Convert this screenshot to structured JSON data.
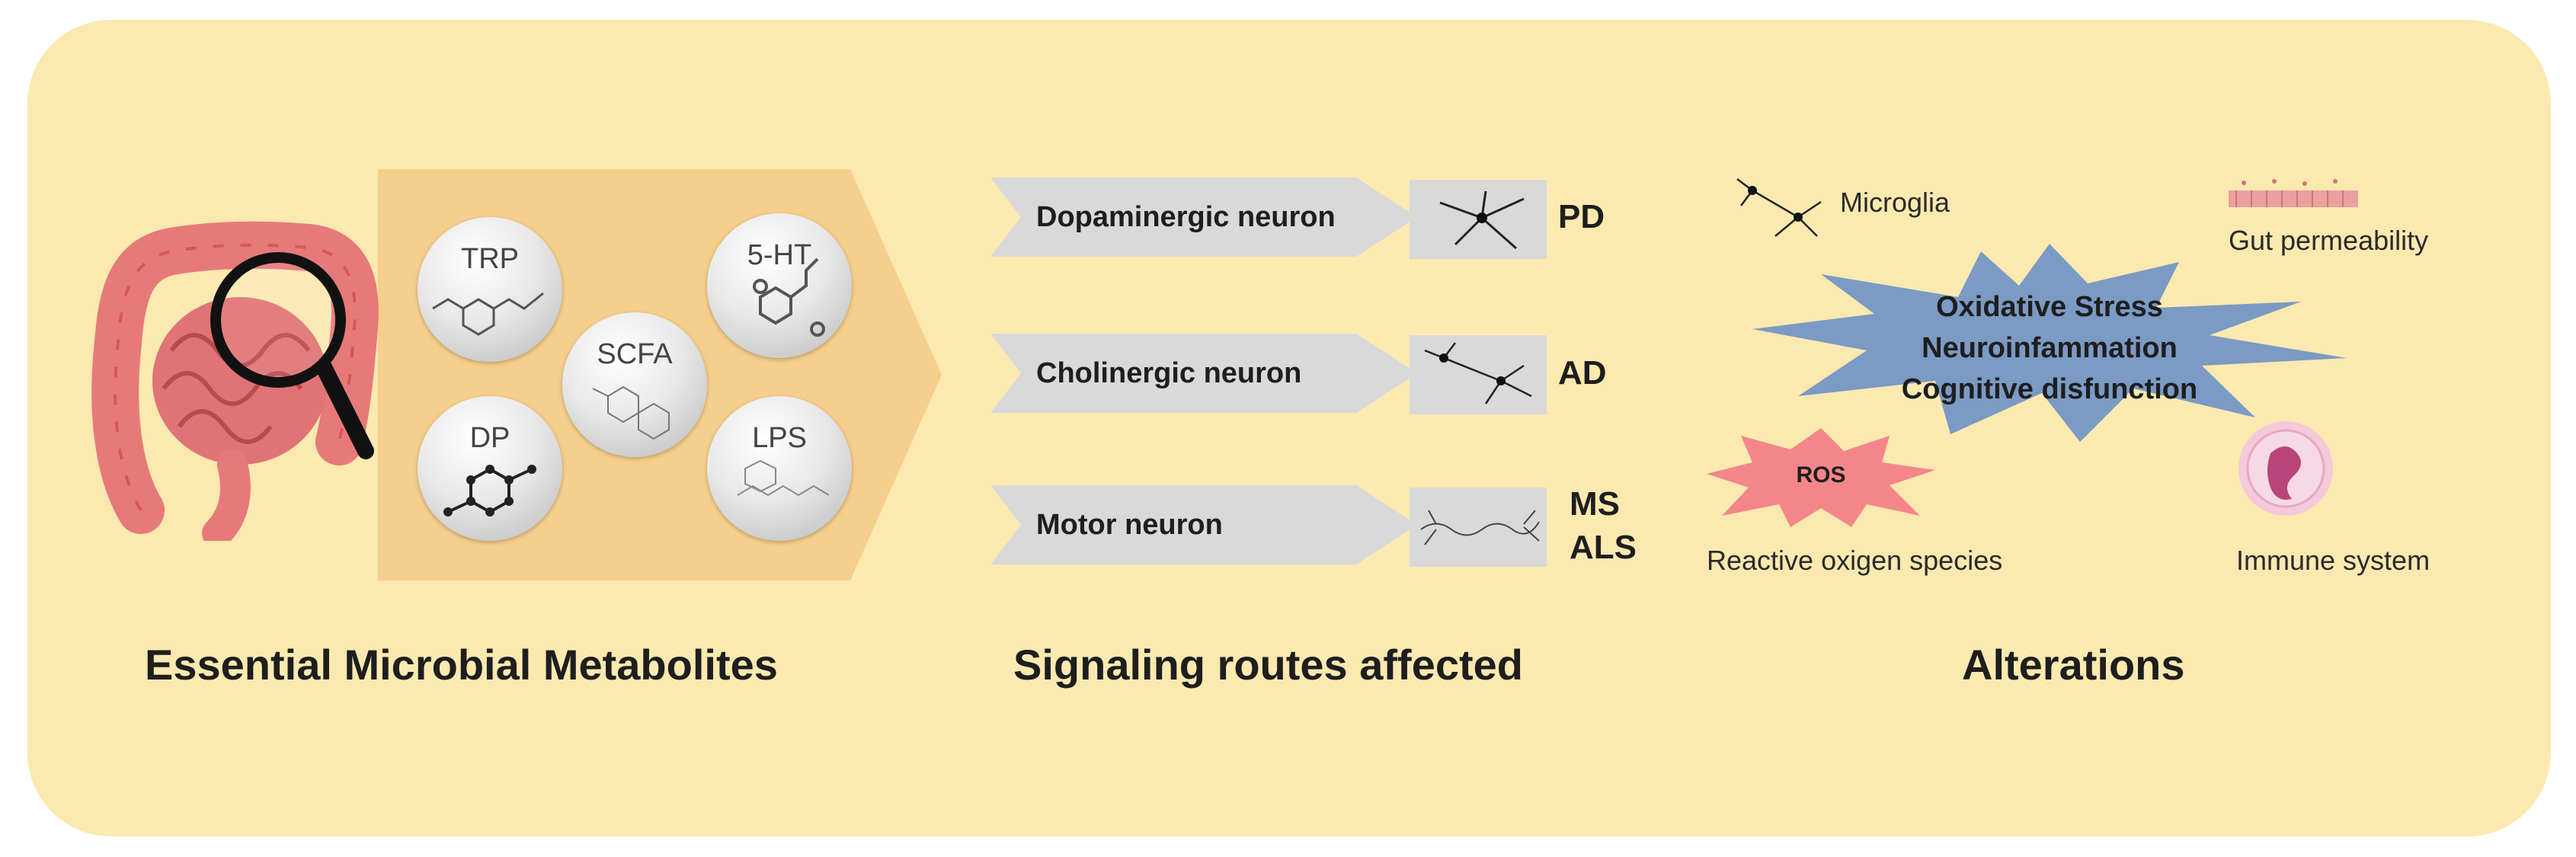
{
  "sections": {
    "metabolites_title": "Essential Microbial Metabolites",
    "signaling_title": "Signaling routes affected",
    "alterations_title": "Alterations"
  },
  "metabolites": [
    "TRP",
    "5-HT",
    "SCFA",
    "DP",
    "LPS"
  ],
  "routes": [
    {
      "label": "Dopaminergic neuron",
      "disease": [
        "PD"
      ]
    },
    {
      "label": "Cholinergic neuron",
      "disease": [
        "AD"
      ]
    },
    {
      "label": "Motor neuron",
      "disease": [
        "MS",
        "ALS"
      ]
    }
  ],
  "alterations": {
    "microglia": "Microglia",
    "gut_permeability": "Gut permeability",
    "center": [
      "Oxidative Stress",
      "Neuroinfammation",
      "Cognitive disfunction"
    ],
    "ros_badge": "ROS",
    "ros_label": "Reactive oxigen species",
    "immune": "Immune system"
  },
  "colors": {
    "panel": "#fbe9b0",
    "funnel": "#f6cf8c",
    "arrow": "#d9d9d9",
    "star_blue": "#7b9ac4",
    "star_red": "#f4868a",
    "gut": "#e8797a"
  }
}
